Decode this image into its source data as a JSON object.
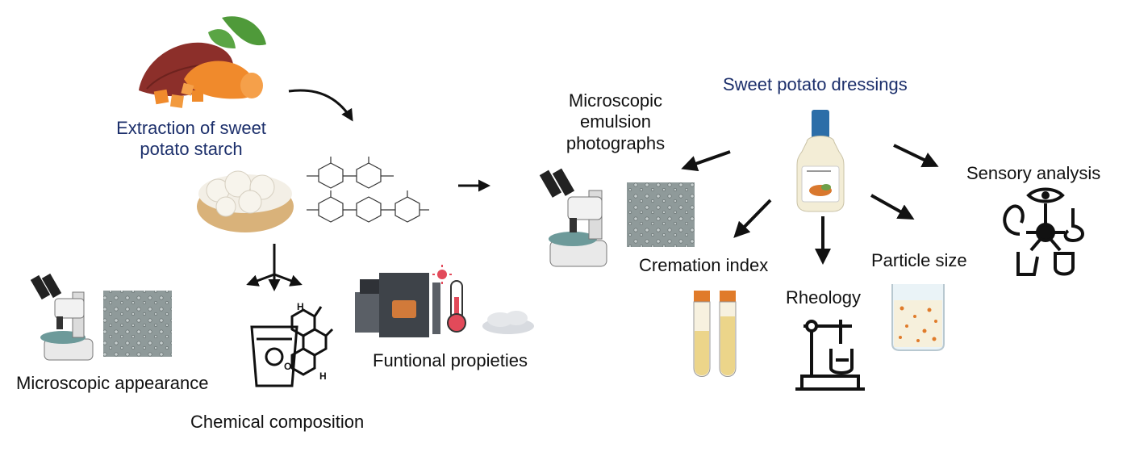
{
  "labels": {
    "extraction": [
      "Extraction of sweet",
      "potato starch"
    ],
    "microscopic_appearance": "Microscopic appearance",
    "chemical_composition": "Chemical composition",
    "functional_properties": "Funtional propieties",
    "microscopic_emulsion": [
      "Microscopic",
      "emulsion",
      "photographs"
    ],
    "sweet_potato_dressings": "Sweet potato dressings",
    "sensory_analysis": "Sensory analysis",
    "cremation_index": "Cremation index",
    "particle_size": "Particle size",
    "rheology": "Rheology"
  },
  "colors": {
    "title_blue": "#1c2f6b",
    "arrow": "#111111",
    "potato_skin": "#8c2f2a",
    "potato_flesh": "#f08a2c",
    "leaf": "#4f9a3a",
    "micrograph": "#8f9a9a",
    "tube_fill": "#ecd58a",
    "tube_cap": "#e07b2a",
    "bottle_cap": "#2c6ea8"
  },
  "icons": [
    "sweet-potato-icon",
    "starch-bowl-icon",
    "starch-molecule-icon",
    "microscope-icon",
    "micrograph-icon",
    "beaker-molecule-icon",
    "analyzer-icon",
    "thermometer-icon",
    "powder-icon",
    "dressing-bottle-icon",
    "senses-icon",
    "test-tube-icon",
    "rheometer-icon",
    "particle-beaker-icon"
  ]
}
